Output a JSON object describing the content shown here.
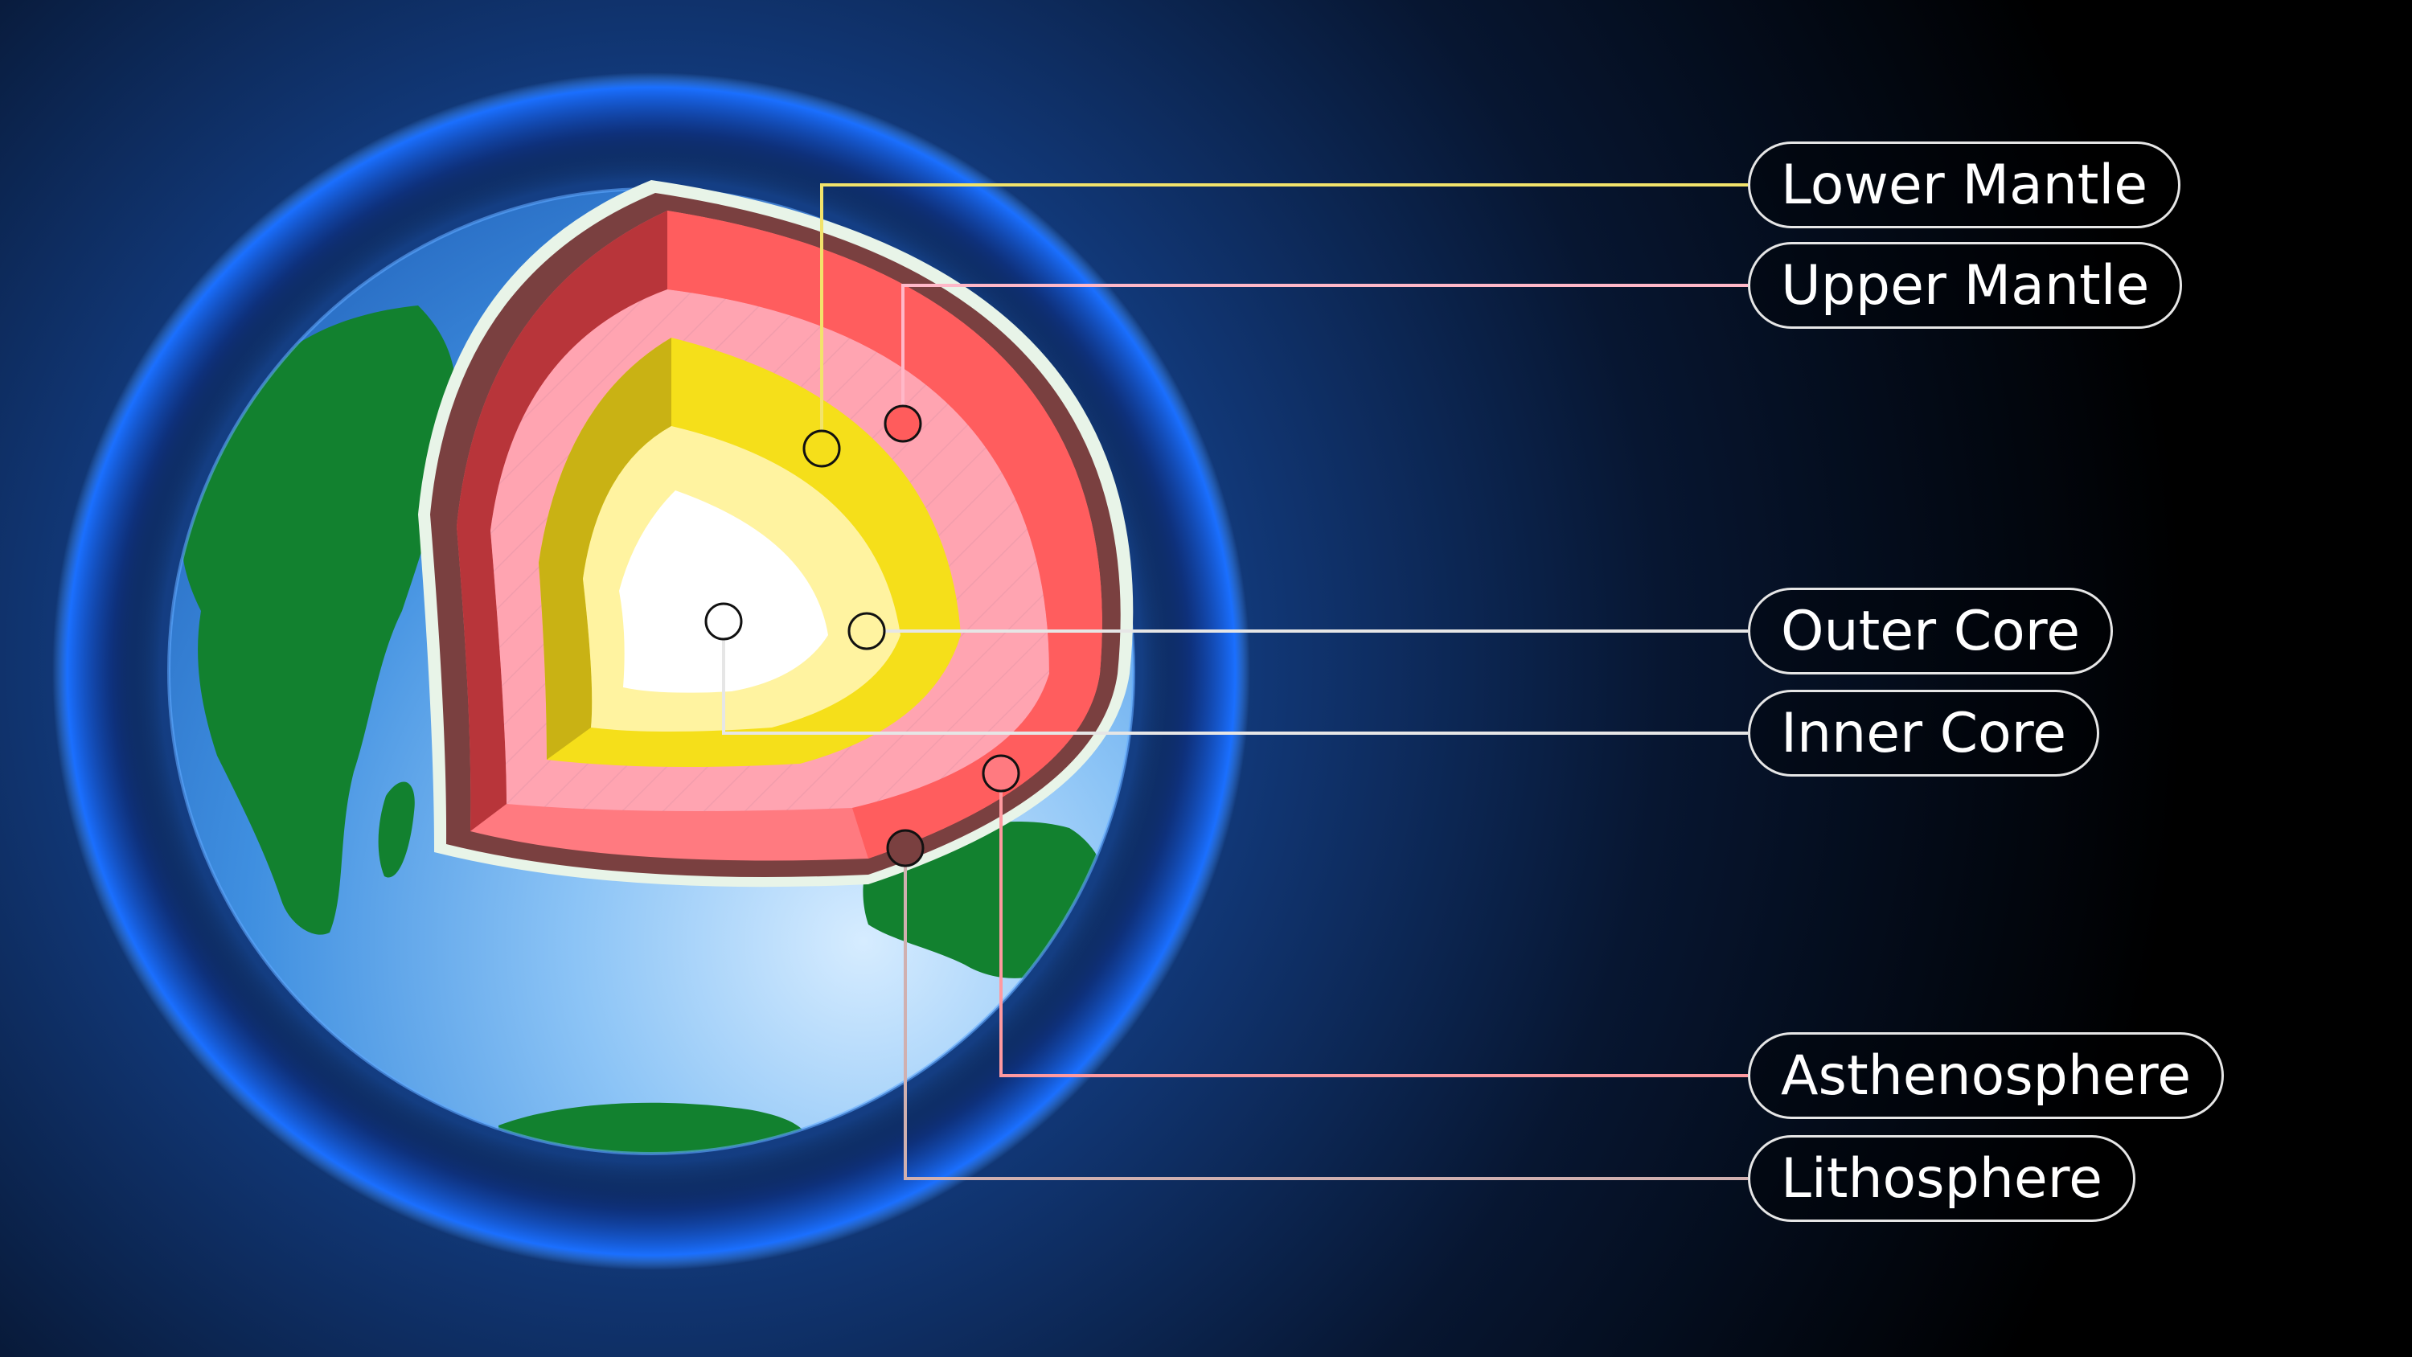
{
  "labels": {
    "lower_mantle": "Lower Mantle",
    "upper_mantle": "Upper Mantle",
    "outer_core": "Outer Core",
    "inner_core": "Inner Core",
    "asthenosphere": "Asthenosphere",
    "lithosphere": "Lithosphere"
  },
  "colors": {
    "background": "#000000",
    "atmosphere_glow": "#1a6fff",
    "ocean": "#4ea0f0",
    "land": "#12812f",
    "lithosphere": "#7a4040",
    "asthenosphere": "#ff7a80",
    "upper_mantle": "#ffb0bf",
    "lower_mantle": "#ff5c5c",
    "outer_core": "#f5df1a",
    "inner_core": "#ffffff",
    "leader_lower_mantle": "#f2e36b",
    "leader_upper_mantle": "#ffb8c8",
    "leader_asthenosphere": "#ff9aa0"
  }
}
